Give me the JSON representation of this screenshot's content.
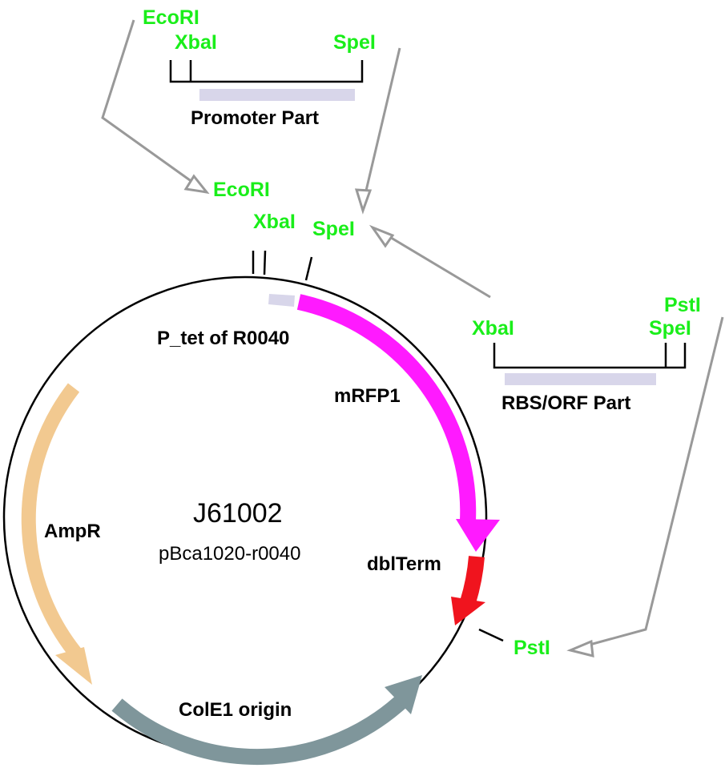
{
  "colors": {
    "site": "#1aee1a",
    "connector": "#999999",
    "part_bar": "#d8d6ea",
    "backbone": "#000000",
    "mRFP1": "#ff1aff",
    "dblTerm": "#f0141e",
    "AmpR": "#f2c990",
    "ColE1": "#7f969b",
    "P_tet": "#d8d6ea"
  },
  "plasmid": {
    "name": "J61002",
    "backbone": "pBca1020-r0040"
  },
  "features": {
    "p_tet": "P_tet of R0040",
    "mrfp1": "mRFP1",
    "dblterm": "dblTerm",
    "ampr": "AmpR",
    "cole1": "ColE1 origin"
  },
  "plasmid_sites": {
    "ecori": "EcoRI",
    "xbai": "XbaI",
    "spei": "SpeI",
    "psti": "PstI"
  },
  "promoter_part": {
    "label": "Promoter Part",
    "sites": {
      "ecori": "EcoRI",
      "xbai": "XbaI",
      "spei": "SpeI"
    }
  },
  "rbs_orf_part": {
    "label": "RBS/ORF Part",
    "sites": {
      "xbai": "XbaI",
      "psti": "PstI",
      "spei": "SpeI"
    }
  }
}
